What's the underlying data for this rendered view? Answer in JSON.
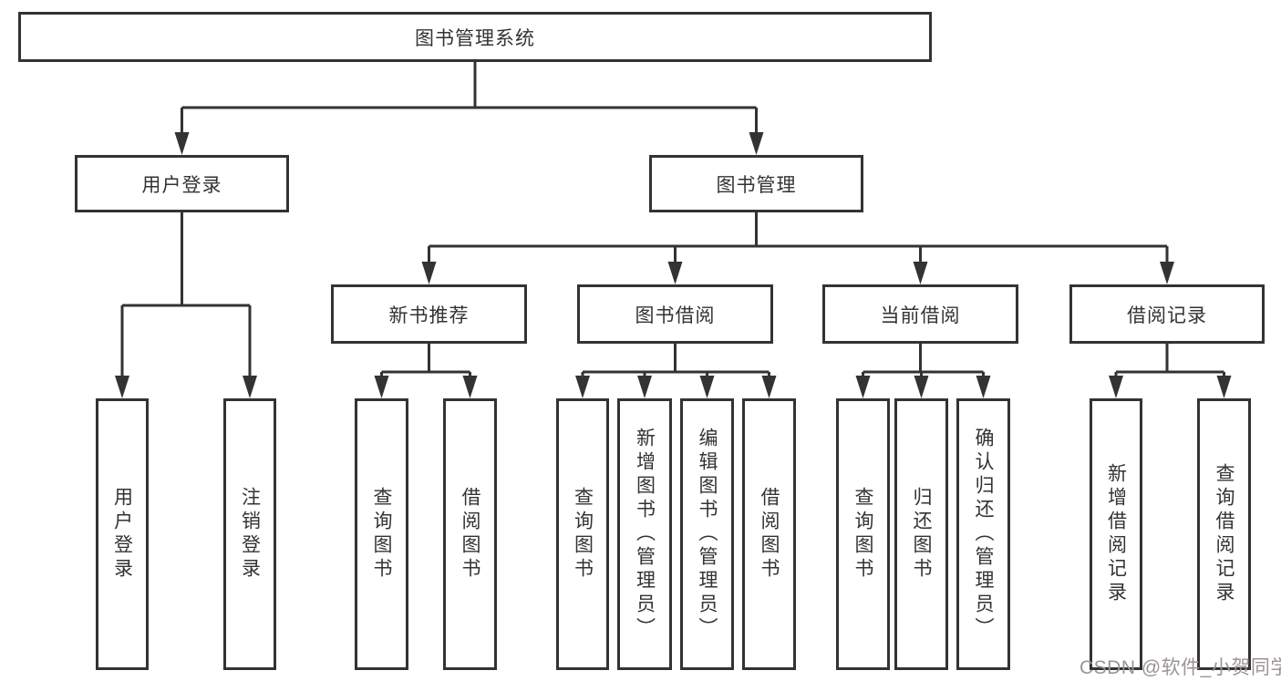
{
  "tree": {
    "root": {
      "label": "图书管理系统"
    },
    "level2": [
      {
        "label": "用户登录"
      },
      {
        "label": "图书管理"
      }
    ],
    "user_login_children": [
      {
        "label": "用户登录"
      },
      {
        "label": "注销登录"
      }
    ],
    "sections": [
      {
        "label": "新书推荐",
        "children": [
          {
            "label": "查询图书"
          },
          {
            "label": "借阅图书"
          }
        ]
      },
      {
        "label": "图书借阅",
        "children": [
          {
            "label": "查询图书"
          },
          {
            "label": "新增图书（管理员）"
          },
          {
            "label": "编辑图书（管理员）"
          },
          {
            "label": "借阅图书"
          }
        ]
      },
      {
        "label": "当前借阅",
        "children": [
          {
            "label": "查询图书"
          },
          {
            "label": "归还图书"
          },
          {
            "label": "确认归还（管理员）"
          }
        ]
      },
      {
        "label": "借阅记录",
        "children": [
          {
            "label": "新增借阅记录"
          },
          {
            "label": "查询借阅记录"
          }
        ]
      }
    ],
    "watermark": "CSDN @软件_小贺同学",
    "colors": {
      "line": "#333333",
      "text": "#333333",
      "background": "#ffffff",
      "watermark": "#9b9494"
    }
  }
}
